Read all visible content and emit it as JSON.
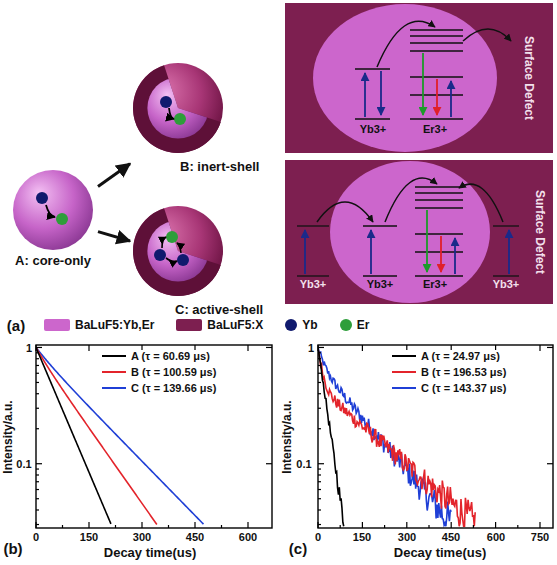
{
  "diagram": {
    "nodes": [
      {
        "text": [
          "A: core-only"
        ]
      },
      {
        "text": [
          "B: inert-shell"
        ]
      },
      {
        "text": [
          "C: active-shell"
        ]
      },
      {
        "text": [
          "Yb3+",
          "Er3+",
          "Surface Defect"
        ]
      },
      {
        "text": [
          "Yb3+",
          "Yb3+",
          "Er3+",
          "Yb3+",
          "Surface Defect"
        ]
      }
    ],
    "edges": [
      {
        "from": 0,
        "to": 1,
        "arrow": "to"
      },
      {
        "from": 0,
        "to": 2,
        "arrow": "to"
      }
    ],
    "labels": [
      "(a)",
      "(b)",
      "Intensity/a.u.",
      "Decay time(us)",
      "1",
      "0.1",
      "0",
      "150",
      "300",
      "450",
      "600",
      "(c)",
      "Intensity/a.u.",
      "Decay time(us)",
      "1",
      "0.1",
      "0",
      "150",
      "300",
      "450",
      "600",
      "750"
    ],
    "legend": [
      {
        "text": "BaLuF5:Yb,Er",
        "color": "#cc66cc"
      },
      {
        "text": "BaLuF5:X",
        "color": "#7d1f50"
      },
      {
        "text": "Yb",
        "color": "#101a6e"
      },
      {
        "text": "Er",
        "color": "#2e9e3a"
      },
      {
        "text": "A (τ = 60.69 μs)"
      },
      {
        "text": "B (τ = 100.59 μs)"
      },
      {
        "text": "C (τ = 139.66 μs)"
      },
      {
        "text": "A (τ = 24.97 μs)"
      },
      {
        "text": "B (τ = 196.53 μs)"
      },
      {
        "text": "C (τ = 143.37 μs)"
      }
    ]
  }
}
